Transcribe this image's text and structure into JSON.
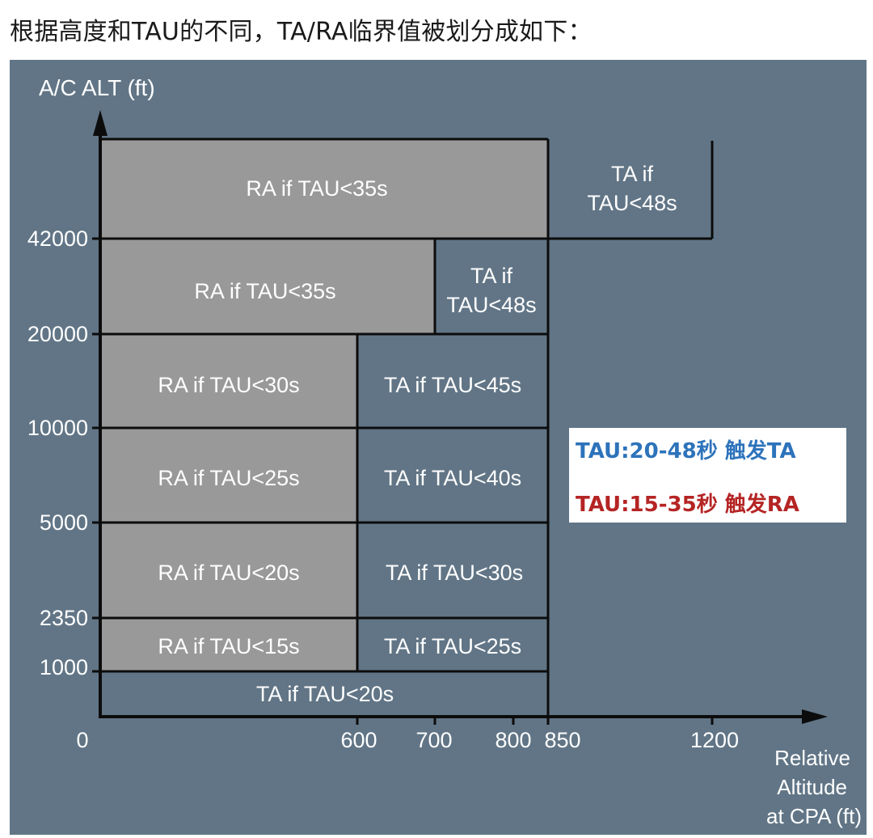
{
  "caption": "根据高度和TAU的不同，TA/RA临界值被划分成如下：",
  "diagram": {
    "y_axis_label": "A/C ALT (ft)",
    "x_axis_label_lines": [
      "Relative",
      "Altitude",
      "at CPA (ft)"
    ],
    "x_ticks": [
      "0",
      "600",
      "700",
      "800",
      "850",
      "1200"
    ],
    "y_ticks": [
      "42000",
      "20000",
      "10000",
      "5000",
      "2350",
      "1000"
    ],
    "bands": [
      {
        "altitude": "above 42000",
        "ra_label": "RA if TAU<35s",
        "ta_label_lines": [
          "TA if",
          "TAU<48s"
        ]
      },
      {
        "altitude": "20000-42000",
        "ra_label": "RA if TAU<35s",
        "ta_label_lines": [
          "TA if",
          "TAU<48s"
        ]
      },
      {
        "altitude": "10000-20000",
        "ra_label": "RA if TAU<30s",
        "ta_label": "TA if TAU<45s"
      },
      {
        "altitude": "5000-10000",
        "ra_label": "RA if TAU<25s",
        "ta_label": "TA if TAU<40s"
      },
      {
        "altitude": "2350-5000",
        "ra_label": "RA if TAU<20s",
        "ta_label": "TA if TAU<30s"
      },
      {
        "altitude": "1000-2350",
        "ra_label": "RA if TAU<15s",
        "ta_label": "TA if TAU<25s"
      },
      {
        "altitude": "below 1000",
        "ta_label": "TA if TAU<20s"
      }
    ]
  },
  "legend": {
    "ta_text": "TAU:20-48秒 触发TA",
    "ra_text": "TAU:15-35秒 触发RA",
    "ta_color": "#2d73bb",
    "ra_color": "#b52424"
  },
  "colors": {
    "panel_bg": "#617586",
    "ra_fill": "#999999",
    "line": "#0c0c0c",
    "text_light": "#ffffff"
  }
}
